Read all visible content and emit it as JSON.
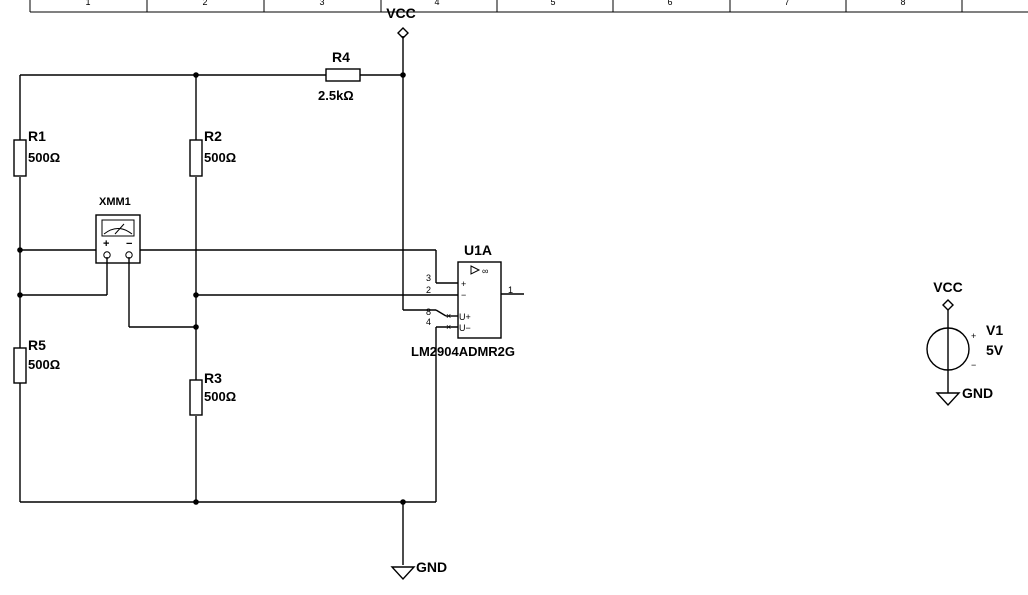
{
  "border": {
    "columns": [
      "1",
      "2",
      "3",
      "4",
      "5",
      "6",
      "7",
      "8"
    ]
  },
  "power": {
    "vcc_top": "VCC",
    "vcc_right": "VCC",
    "gnd_main": "GND",
    "gnd_right": "GND"
  },
  "components": {
    "R1": {
      "ref": "R1",
      "value": "500Ω"
    },
    "R2": {
      "ref": "R2",
      "value": "500Ω"
    },
    "R3": {
      "ref": "R3",
      "value": "500Ω"
    },
    "R4": {
      "ref": "R4",
      "value": "2.5kΩ"
    },
    "R5": {
      "ref": "R5",
      "value": "500Ω"
    },
    "XMM1": {
      "ref": "XMM1",
      "plus": "+",
      "minus": "−"
    },
    "U1A": {
      "ref": "U1A",
      "part": "LM2904ADMR2G",
      "pins": {
        "p3": "3",
        "p2": "2",
        "p8": "8",
        "p4": "4",
        "p1": "1"
      },
      "pin_names": {
        "plus": "+",
        "minus": "−",
        "vplus": "U+",
        "vminus": "U−"
      }
    },
    "V1": {
      "ref": "V1",
      "value": "5V",
      "plus": "+",
      "minus": "−"
    }
  }
}
